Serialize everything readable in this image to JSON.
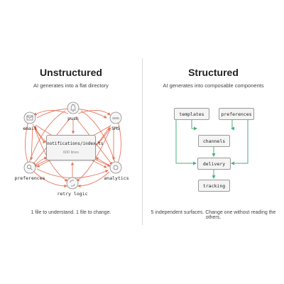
{
  "left": {
    "title": "Unstructured",
    "subtitle": "AI generates into a flat directory",
    "center_file": "notifications/index.ts",
    "center_lines": "600 lines",
    "nodes": {
      "push": "push",
      "email": "email",
      "sms": "SMS",
      "preferences": "preferences",
      "analytics": "analytics",
      "retry": "retry logic",
      "sms_icon": "SMS"
    },
    "caption": "1 file to understand. 1 file to change."
  },
  "right": {
    "title": "Structured",
    "subtitle": "AI generates into composable components",
    "boxes": {
      "templates": "templates",
      "preferences": "preferences",
      "channels": "channels",
      "delivery": "delivery",
      "tracking": "tracking"
    },
    "caption": "5 independent surfaces. Change one without reading the others."
  },
  "colors": {
    "red_arrow": "#e8765d",
    "green_arrow": "#4caf7a",
    "box_fill": "#f4f4f4",
    "box_border": "#9a9a9a"
  }
}
